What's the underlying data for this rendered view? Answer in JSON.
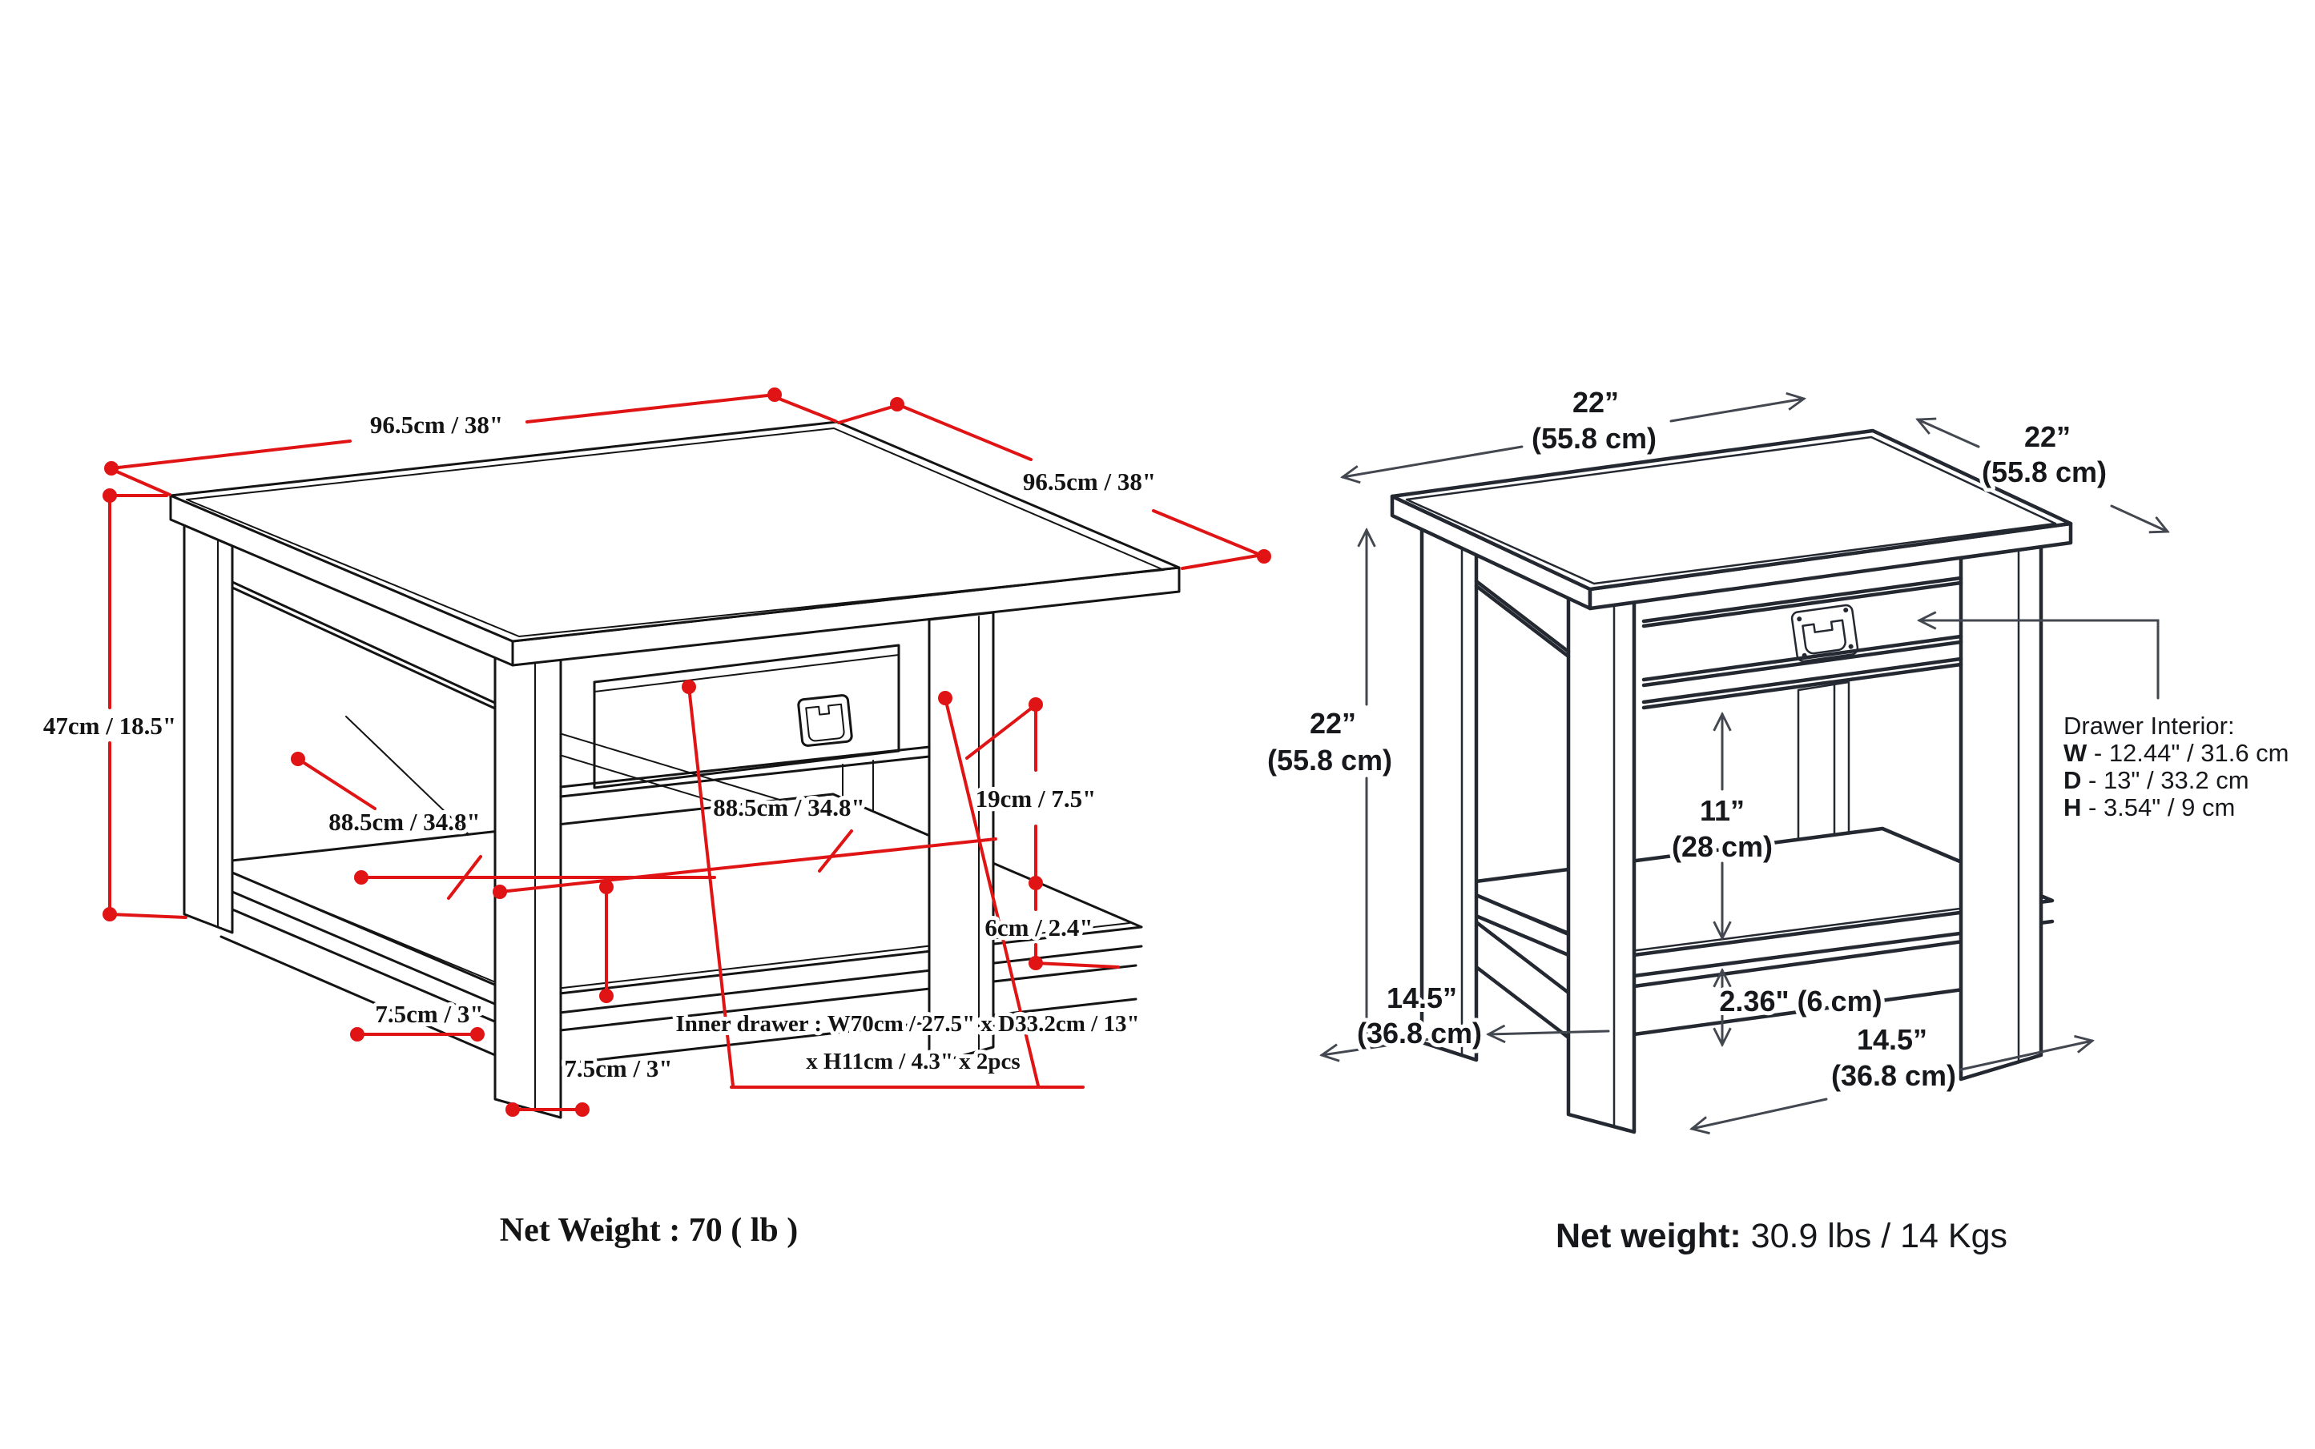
{
  "page": {
    "background": "#ffffff",
    "description_left": "coffee table dimension drawing",
    "description_right": "end table dimension drawing"
  },
  "left": {
    "colors": {
      "line": "#141414",
      "dimension": "#e01414"
    },
    "labels": {
      "top_left_edge": "96.5cm / 38\"",
      "top_right_edge": "96.5cm / 38\"",
      "height": "47cm / 18.5\"",
      "shelf_left": "88.5cm / 34.8\"",
      "shelf_right": "88.5cm / 34.8\"",
      "apron_height": "19cm / 7.5\"",
      "shelf_thickness": "6cm / 2.4\"",
      "leg_side": "7.5cm / 3\"",
      "leg_front": "7.5cm / 3\"",
      "inner_drawer_line1": "Inner drawer : W70cm / 27.5\" x D33.2cm / 13\"",
      "inner_drawer_line2": "x H11cm / 4.3\" x 2pcs",
      "net_weight": "Net Weight : 70 ( lb )"
    }
  },
  "right": {
    "colors": {
      "line": "#232831",
      "dimension": "#43474f"
    },
    "labels": {
      "top_left_in": "22”",
      "top_left_cm": "(55.8 cm)",
      "top_right_in": "22”",
      "top_right_cm": "(55.8 cm)",
      "height_in": "22”",
      "height_cm": "(55.8 cm)",
      "clearance_in": "11”",
      "clearance_cm": "(28 cm)",
      "rail_height": "2.36\" (6 cm)",
      "leg_left_in": "14.5”",
      "leg_left_cm": "(36.8 cm)",
      "leg_right_in": "14.5”",
      "leg_right_cm": "(36.8 cm)",
      "drawer_interior_title": "Drawer Interior:",
      "drawer_w_label": "W",
      "drawer_w_value": " - 12.44\" / 31.6 cm",
      "drawer_d_label": "D",
      "drawer_d_value": " - 13\" / 33.2 cm",
      "drawer_h_label": "H",
      "drawer_h_value": " - 3.54\" / 9 cm",
      "net_weight_label": "Net weight:",
      "net_weight_value": " 30.9 lbs / 14 Kgs"
    }
  }
}
